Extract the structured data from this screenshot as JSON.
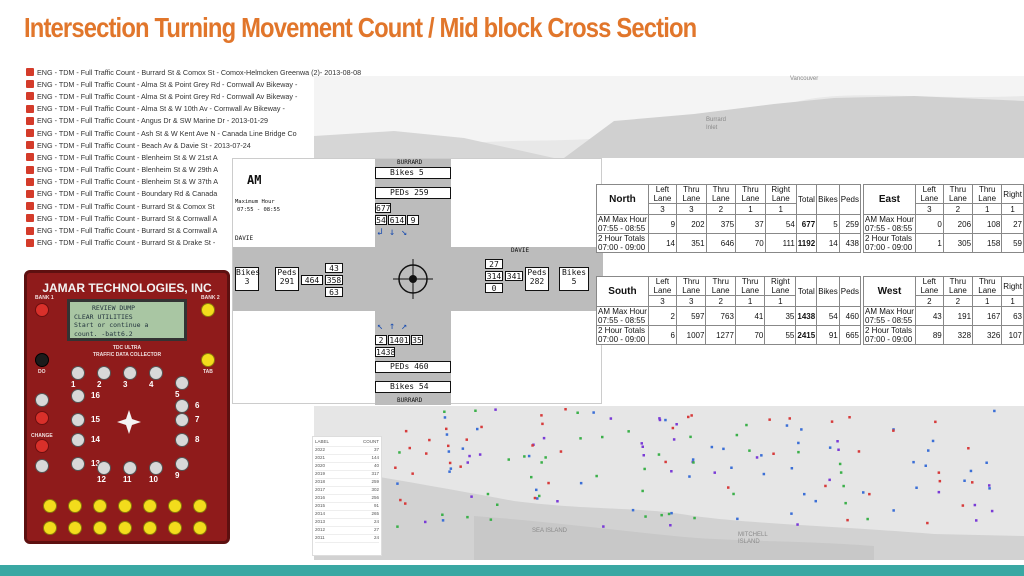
{
  "title": "Intersection Turning Movement Count / Mid block Cross Section",
  "file_list": [
    "ENG - TDM - Full Traffic Count - Burrard St & Comox St - Comox-Helmcken Greenwa (2)- 2013-08-08",
    "ENG - TDM - Full Traffic Count - Alma St & Point Grey Rd - Cornwall Av Bikeway -",
    "ENG - TDM - Full Traffic Count - Alma St & Point Grey Rd - Cornwall Av Bikeway -",
    "ENG - TDM - Full Traffic Count - Alma St & W 10th Av - Cornwall Av Bikeway -",
    "ENG - TDM - Full Traffic Count - Angus Dr & SW Marine Dr - 2013-01-29",
    "ENG - TDM - Full Traffic Count - Ash St & W Kent Ave N - Canada Line Bridge Co",
    "ENG - TDM - Full Traffic Count - Beach Av & Davie St - 2013-07-24",
    "ENG - TDM - Full Traffic Count - Blenheim St & W 21st A",
    "ENG - TDM - Full Traffic Count - Blenheim St & W 29th A",
    "ENG - TDM - Full Traffic Count - Blenheim St & W 37th A",
    "ENG - TDM - Full Traffic Count - Boundary Rd & Canada",
    "ENG - TDM - Full Traffic Count - Burrard St & Comox St",
    "ENG - TDM - Full Traffic Count - Burrard St & Cornwall A",
    "ENG - TDM - Full Traffic Count - Burrard St & Cornwall A",
    "ENG - TDM - Full Traffic Count - Burrard St & Drake St -"
  ],
  "map_labels": {
    "vancouver": "Vancouver",
    "burrard_inlet": "Burrard Inlet",
    "sea_island": "SEA ISLAND",
    "mitchell_island": "MITCHELL ISLAND"
  },
  "device": {
    "brand": "JAMAR TECHNOLOGIES, INC",
    "lcd_lines": [
      "REVIEW  DUMP",
      "CLEAR  UTILITIES",
      "Start or continue a",
      "count.      -batt6.2"
    ],
    "model": "TDC ULTRA",
    "subtitle": "TRAFFIC DATA COLLECTOR",
    "bank1": "BANK 1",
    "bank2": "BANK 2",
    "do": "DO",
    "tab": "TAB",
    "change": "CHANGE",
    "numbers": [
      "1",
      "2",
      "3",
      "4",
      "5",
      "16",
      "6",
      "15",
      "7",
      "14",
      "8",
      "13",
      "12",
      "11",
      "10",
      "9"
    ]
  },
  "diagram": {
    "period": "AM",
    "max_hour_label": "Maximum Hour",
    "max_hour_time": "07:55 - 08:55",
    "north_street": "BURRARD",
    "south_street": "BURRARD",
    "west_street": "DAVIE",
    "east_street": "DAVIE",
    "north": {
      "bikes": "Bikes 5",
      "peds": "PEDs 259",
      "approach_total": "677",
      "left": "54",
      "thru": "614",
      "right": "9"
    },
    "south": {
      "bikes": "Bikes 54",
      "peds": "PEDs 460",
      "approach_total": "1438",
      "left": "2",
      "thru": "1401",
      "right": "35"
    },
    "west": {
      "bikes_label": "Bikes",
      "bikes": "3",
      "peds_label": "Peds",
      "peds": "291",
      "approach_total": "464",
      "left": "43",
      "thru": "358",
      "right": "63"
    },
    "east": {
      "bikes_label": "Bikes",
      "bikes": "5",
      "peds_label": "Peds",
      "peds": "282",
      "approach_total": "341",
      "left": "27",
      "thru": "314",
      "right": "0"
    }
  },
  "tables": {
    "col_headers": [
      "Left Lane",
      "Thru Lane",
      "Thru Lane",
      "Thru Lane",
      "Right Lane",
      "Total",
      "Bikes",
      "Peds"
    ],
    "north": {
      "name": "North",
      "lanes": [
        "3",
        "3",
        "2",
        "1",
        "1"
      ],
      "rows": [
        {
          "label1": "AM Max Hour",
          "label2": "07:55 - 08:55",
          "values": [
            "9",
            "202",
            "375",
            "37",
            "54",
            "677",
            "5",
            "259"
          ]
        },
        {
          "label1": "2 Hour Totals",
          "label2": "07:00 - 09:00",
          "values": [
            "14",
            "351",
            "646",
            "70",
            "111",
            "1192",
            "14",
            "438"
          ]
        }
      ]
    },
    "south": {
      "name": "South",
      "lanes": [
        "3",
        "3",
        "2",
        "1",
        "1"
      ],
      "rows": [
        {
          "label1": "AM Max Hour",
          "label2": "07:55 - 08:55",
          "values": [
            "2",
            "597",
            "763",
            "41",
            "35",
            "1438",
            "54",
            "460"
          ]
        },
        {
          "label1": "2 Hour Totals",
          "label2": "07:00 - 09:00",
          "values": [
            "6",
            "1007",
            "1277",
            "70",
            "55",
            "2415",
            "91",
            "665"
          ]
        }
      ]
    },
    "east": {
      "name": "East",
      "col_headers": [
        "Left Lane",
        "Thru Lane",
        "Thru Lane",
        "Right"
      ],
      "lanes": [
        "3",
        "2",
        "1",
        "1"
      ],
      "rows": [
        {
          "label1": "AM Max Hour",
          "label2": "07:55 - 08:55",
          "values": [
            "0",
            "206",
            "108",
            "27"
          ]
        },
        {
          "label1": "2 Hour Totals",
          "label2": "07:00 - 09:00",
          "values": [
            "1",
            "305",
            "158",
            "59"
          ]
        }
      ]
    },
    "west": {
      "name": "West",
      "col_headers": [
        "Left Lane",
        "Thru Lane",
        "Thru Lane",
        "Right"
      ],
      "lanes": [
        "2",
        "2",
        "1",
        "1"
      ],
      "rows": [
        {
          "label1": "AM Max Hour",
          "label2": "07:55 - 08:55",
          "values": [
            "43",
            "191",
            "167",
            "63"
          ]
        },
        {
          "label1": "2 Hour Totals",
          "label2": "07:00 - 09:00",
          "values": [
            "89",
            "328",
            "326",
            "107"
          ]
        }
      ]
    }
  },
  "year_table": {
    "headers": [
      "LABEL",
      "COUNT"
    ],
    "rows": [
      [
        "2022",
        "37"
      ],
      [
        "2021",
        "144"
      ],
      [
        "2020",
        "40"
      ],
      [
        "2019",
        "317"
      ],
      [
        "2018",
        "259"
      ],
      [
        "2017",
        "302"
      ],
      [
        "2016",
        "256"
      ],
      [
        "2015",
        "91"
      ],
      [
        "2014",
        "265"
      ],
      [
        "2013",
        "24"
      ],
      [
        "2012",
        "27"
      ],
      [
        "2011",
        "24"
      ]
    ]
  }
}
